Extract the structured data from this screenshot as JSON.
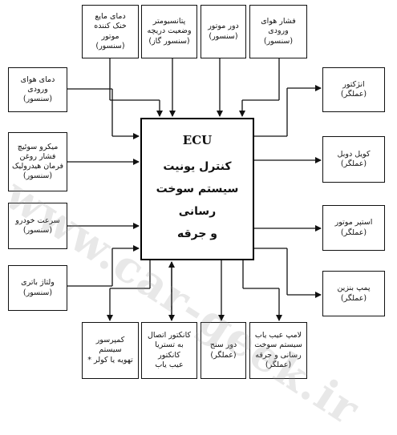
{
  "ecu": {
    "title": "ECU",
    "body": "کنترل یونیت\nسیستم سوخت رسانی\nو جرقه"
  },
  "top_inputs": [
    "دمای مایع\nخنک کننده\nموتور\n(سنسور)",
    "پتانسیومتر\nوضعیت دریچه\n(سنسور گاز)",
    "دور موتور\n(سنسور)",
    "فشار هوای\nورودی\n(سنسور)"
  ],
  "left_inputs": [
    "دمای هوای ورودی\n(سنسور)",
    "میکرو سوئیچ\nفشار روغن\nفرمان هیدرولیک\n(سنسور)",
    "سرعت خودرو\n(سنسور)",
    "ولتاژ باتری\n(سنسور)"
  ],
  "right_outputs": [
    "انژکتور\n(عملگر)",
    "کویل دوبل\n(عملگر)",
    "استپر موتور\n(عملگر)",
    "پمپ بنزین\n(عملگر)"
  ],
  "bottom_items": [
    "کمپرسور سیستم\nتهویه یا کولر *",
    "کانکتور اتصال\nبه تستریا کانکتور\nعیب یاب",
    "دور سنج\n(عملگر)",
    "لامپ عیب یاب\nسیستم سوخت\nرسانی و جرقه\n(عملگر)"
  ],
  "watermark": "www.car-geek.ir",
  "colors": {
    "line": "#111111",
    "background": "#ffffff",
    "watermark": "#969696"
  }
}
